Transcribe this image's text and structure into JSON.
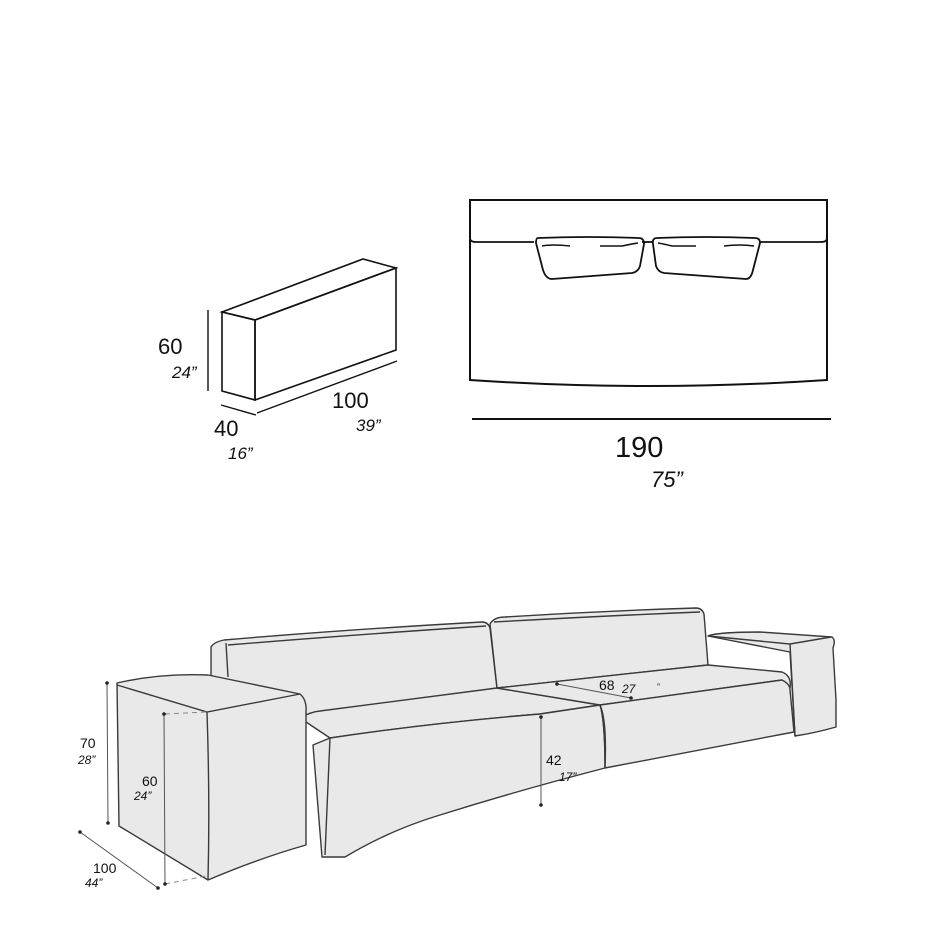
{
  "cushion_module": {
    "height": {
      "cm": "60",
      "in": "24”"
    },
    "width": {
      "cm": "100",
      "in": "39”"
    },
    "depth": {
      "cm": "40",
      "in": "16”"
    }
  },
  "top_view": {
    "width": {
      "cm": "190",
      "in": "75”"
    }
  },
  "sofa_view": {
    "total_height": {
      "cm": "70",
      "in": "28”"
    },
    "armrest_height": {
      "cm": "60",
      "in": "24”"
    },
    "depth": {
      "cm": "100",
      "in": "44”"
    },
    "seat_height": {
      "cm": "42",
      "in": "17”"
    },
    "seat_depth": {
      "cm": "68",
      "in": "27",
      "in_mark": "”"
    }
  },
  "colors": {
    "line": "#111111",
    "sofa_fill": "#e9e9e9",
    "sofa_outline": "#3a3a3a"
  }
}
